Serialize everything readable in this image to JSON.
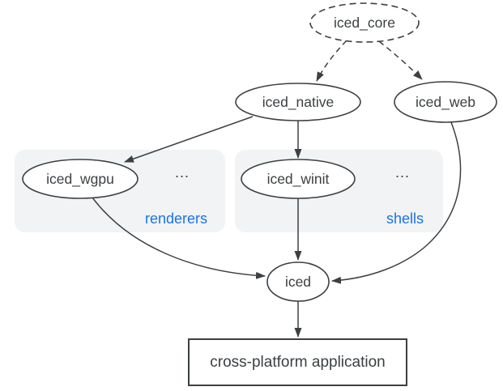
{
  "diagram": {
    "nodes": {
      "iced_core": {
        "label": "iced_core",
        "shape": "ellipse",
        "style": "dashed"
      },
      "iced_native": {
        "label": "iced_native",
        "shape": "ellipse",
        "style": "solid"
      },
      "iced_web": {
        "label": "iced_web",
        "shape": "ellipse",
        "style": "solid"
      },
      "iced_wgpu": {
        "label": "iced_wgpu",
        "shape": "ellipse",
        "style": "solid",
        "group": "renderers"
      },
      "iced_winit": {
        "label": "iced_winit",
        "shape": "ellipse",
        "style": "solid",
        "group": "shells"
      },
      "iced": {
        "label": "iced",
        "shape": "ellipse",
        "style": "solid"
      },
      "application": {
        "label": "cross-platform application",
        "shape": "rectangle",
        "style": "solid"
      }
    },
    "groups": {
      "renderers": {
        "label": "renderers",
        "ellipsis": "..."
      },
      "shells": {
        "label": "shells",
        "ellipsis": "..."
      }
    },
    "edges": [
      {
        "from": "iced_core",
        "to": "iced_native",
        "style": "dashed"
      },
      {
        "from": "iced_core",
        "to": "iced_web",
        "style": "dashed"
      },
      {
        "from": "iced_native",
        "to": "iced_wgpu",
        "style": "solid"
      },
      {
        "from": "iced_native",
        "to": "iced_winit",
        "style": "solid"
      },
      {
        "from": "iced_winit",
        "to": "iced",
        "style": "solid"
      },
      {
        "from": "iced_wgpu",
        "to": "iced",
        "style": "solid"
      },
      {
        "from": "iced_web",
        "to": "iced",
        "style": "solid"
      },
      {
        "from": "iced",
        "to": "application",
        "style": "solid"
      }
    ],
    "colors": {
      "stroke": "#3c4043",
      "text": "#3c4043",
      "group_fill": "#f1f3f4",
      "group_label": "#1a73e8",
      "node_fill": "#ffffff",
      "background": "#ffffff"
    }
  }
}
